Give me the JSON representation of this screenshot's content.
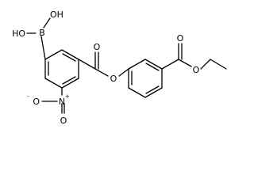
{
  "molecule": {
    "atoms": {
      "oh_top": "OH",
      "ho_left": "HO",
      "boron": "B",
      "ester_carbonyl_o": "O",
      "ester_bridge_o": "O",
      "ethyl_carbonyl_o": "O",
      "ethyl_ester_o": "O",
      "nitro_n": "N",
      "nitro_n_charge": "+",
      "nitro_o_single": "O",
      "nitro_o_charge": "-",
      "nitro_o_double": "O"
    }
  }
}
